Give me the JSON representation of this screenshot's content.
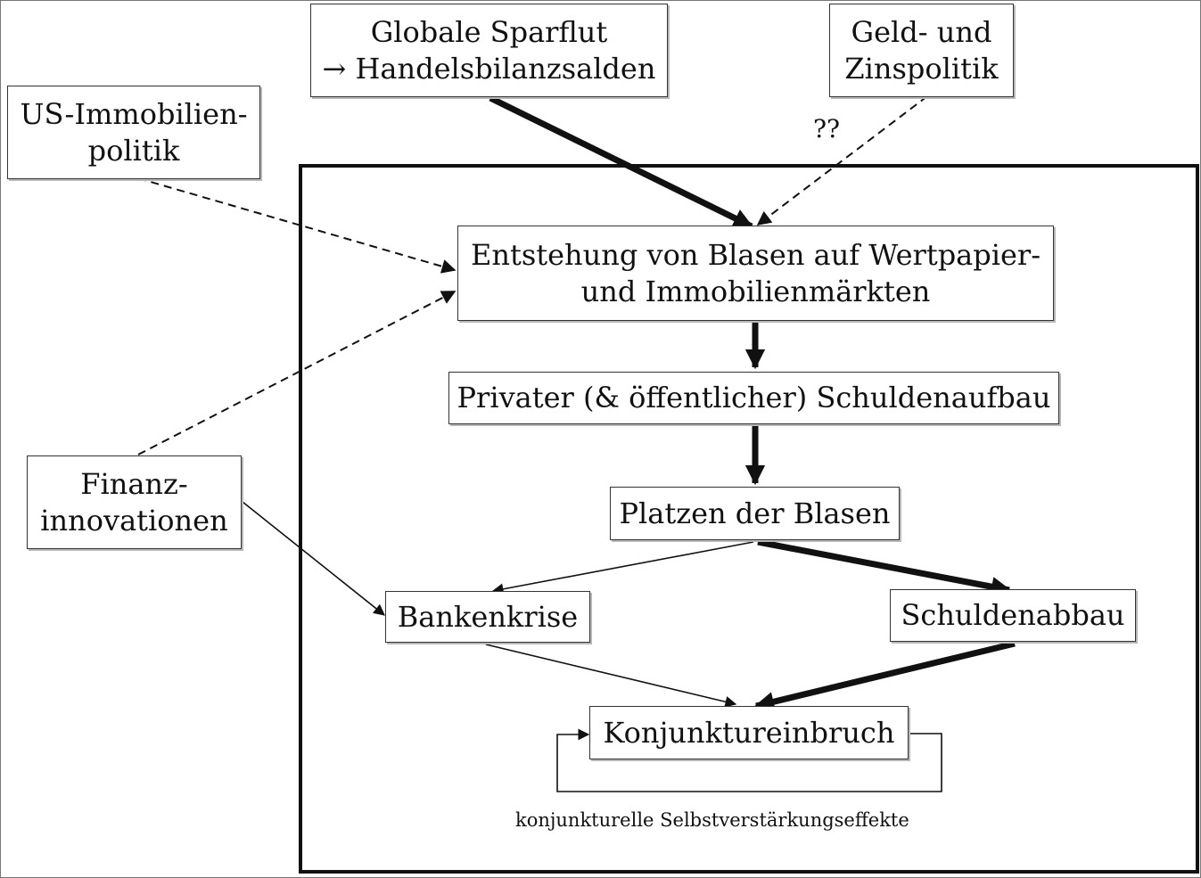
{
  "diagram": {
    "nodes": {
      "sparflut": {
        "lines": [
          "Globale Sparflut",
          "→ Handelsbilanzsalden"
        ]
      },
      "geld": {
        "lines": [
          "Geld- und",
          "Zinspolitik"
        ]
      },
      "us": {
        "lines": [
          "US-Immobilien-",
          "politik"
        ]
      },
      "blasen": {
        "lines": [
          "Entstehung von Blasen auf Wertpapier-",
          "und Immobilienmärkten"
        ]
      },
      "schulden": {
        "lines": [
          "Privater (& öffentlicher) Schuldenaufbau"
        ]
      },
      "platzen": {
        "lines": [
          "Platzen der Blasen"
        ]
      },
      "finanz": {
        "lines": [
          "Finanz-",
          "innovationen"
        ]
      },
      "banken": {
        "lines": [
          "Bankenkrise"
        ]
      },
      "abbau": {
        "lines": [
          "Schuldenabbau"
        ]
      },
      "konjunktur": {
        "lines": [
          "Konjunktureinbruch"
        ]
      }
    },
    "labels": {
      "uncertain": "??",
      "loop": "konjunkturelle Selbstverstärkungseffekte"
    },
    "edges": [
      {
        "from": "sparflut",
        "to": "blasen",
        "style": "thick"
      },
      {
        "from": "geld",
        "to": "blasen",
        "style": "dashed"
      },
      {
        "from": "us",
        "to": "blasen",
        "style": "dashed"
      },
      {
        "from": "finanz",
        "to": "blasen",
        "style": "dashed"
      },
      {
        "from": "blasen",
        "to": "schulden",
        "style": "thick"
      },
      {
        "from": "schulden",
        "to": "platzen",
        "style": "thick"
      },
      {
        "from": "platzen",
        "to": "banken",
        "style": "thin"
      },
      {
        "from": "platzen",
        "to": "abbau",
        "style": "thick"
      },
      {
        "from": "finanz",
        "to": "banken",
        "style": "thin"
      },
      {
        "from": "banken",
        "to": "konjunktur",
        "style": "thin"
      },
      {
        "from": "abbau",
        "to": "konjunktur",
        "style": "thick"
      },
      {
        "from": "konjunktur",
        "to": "konjunktur",
        "style": "loop"
      }
    ]
  }
}
